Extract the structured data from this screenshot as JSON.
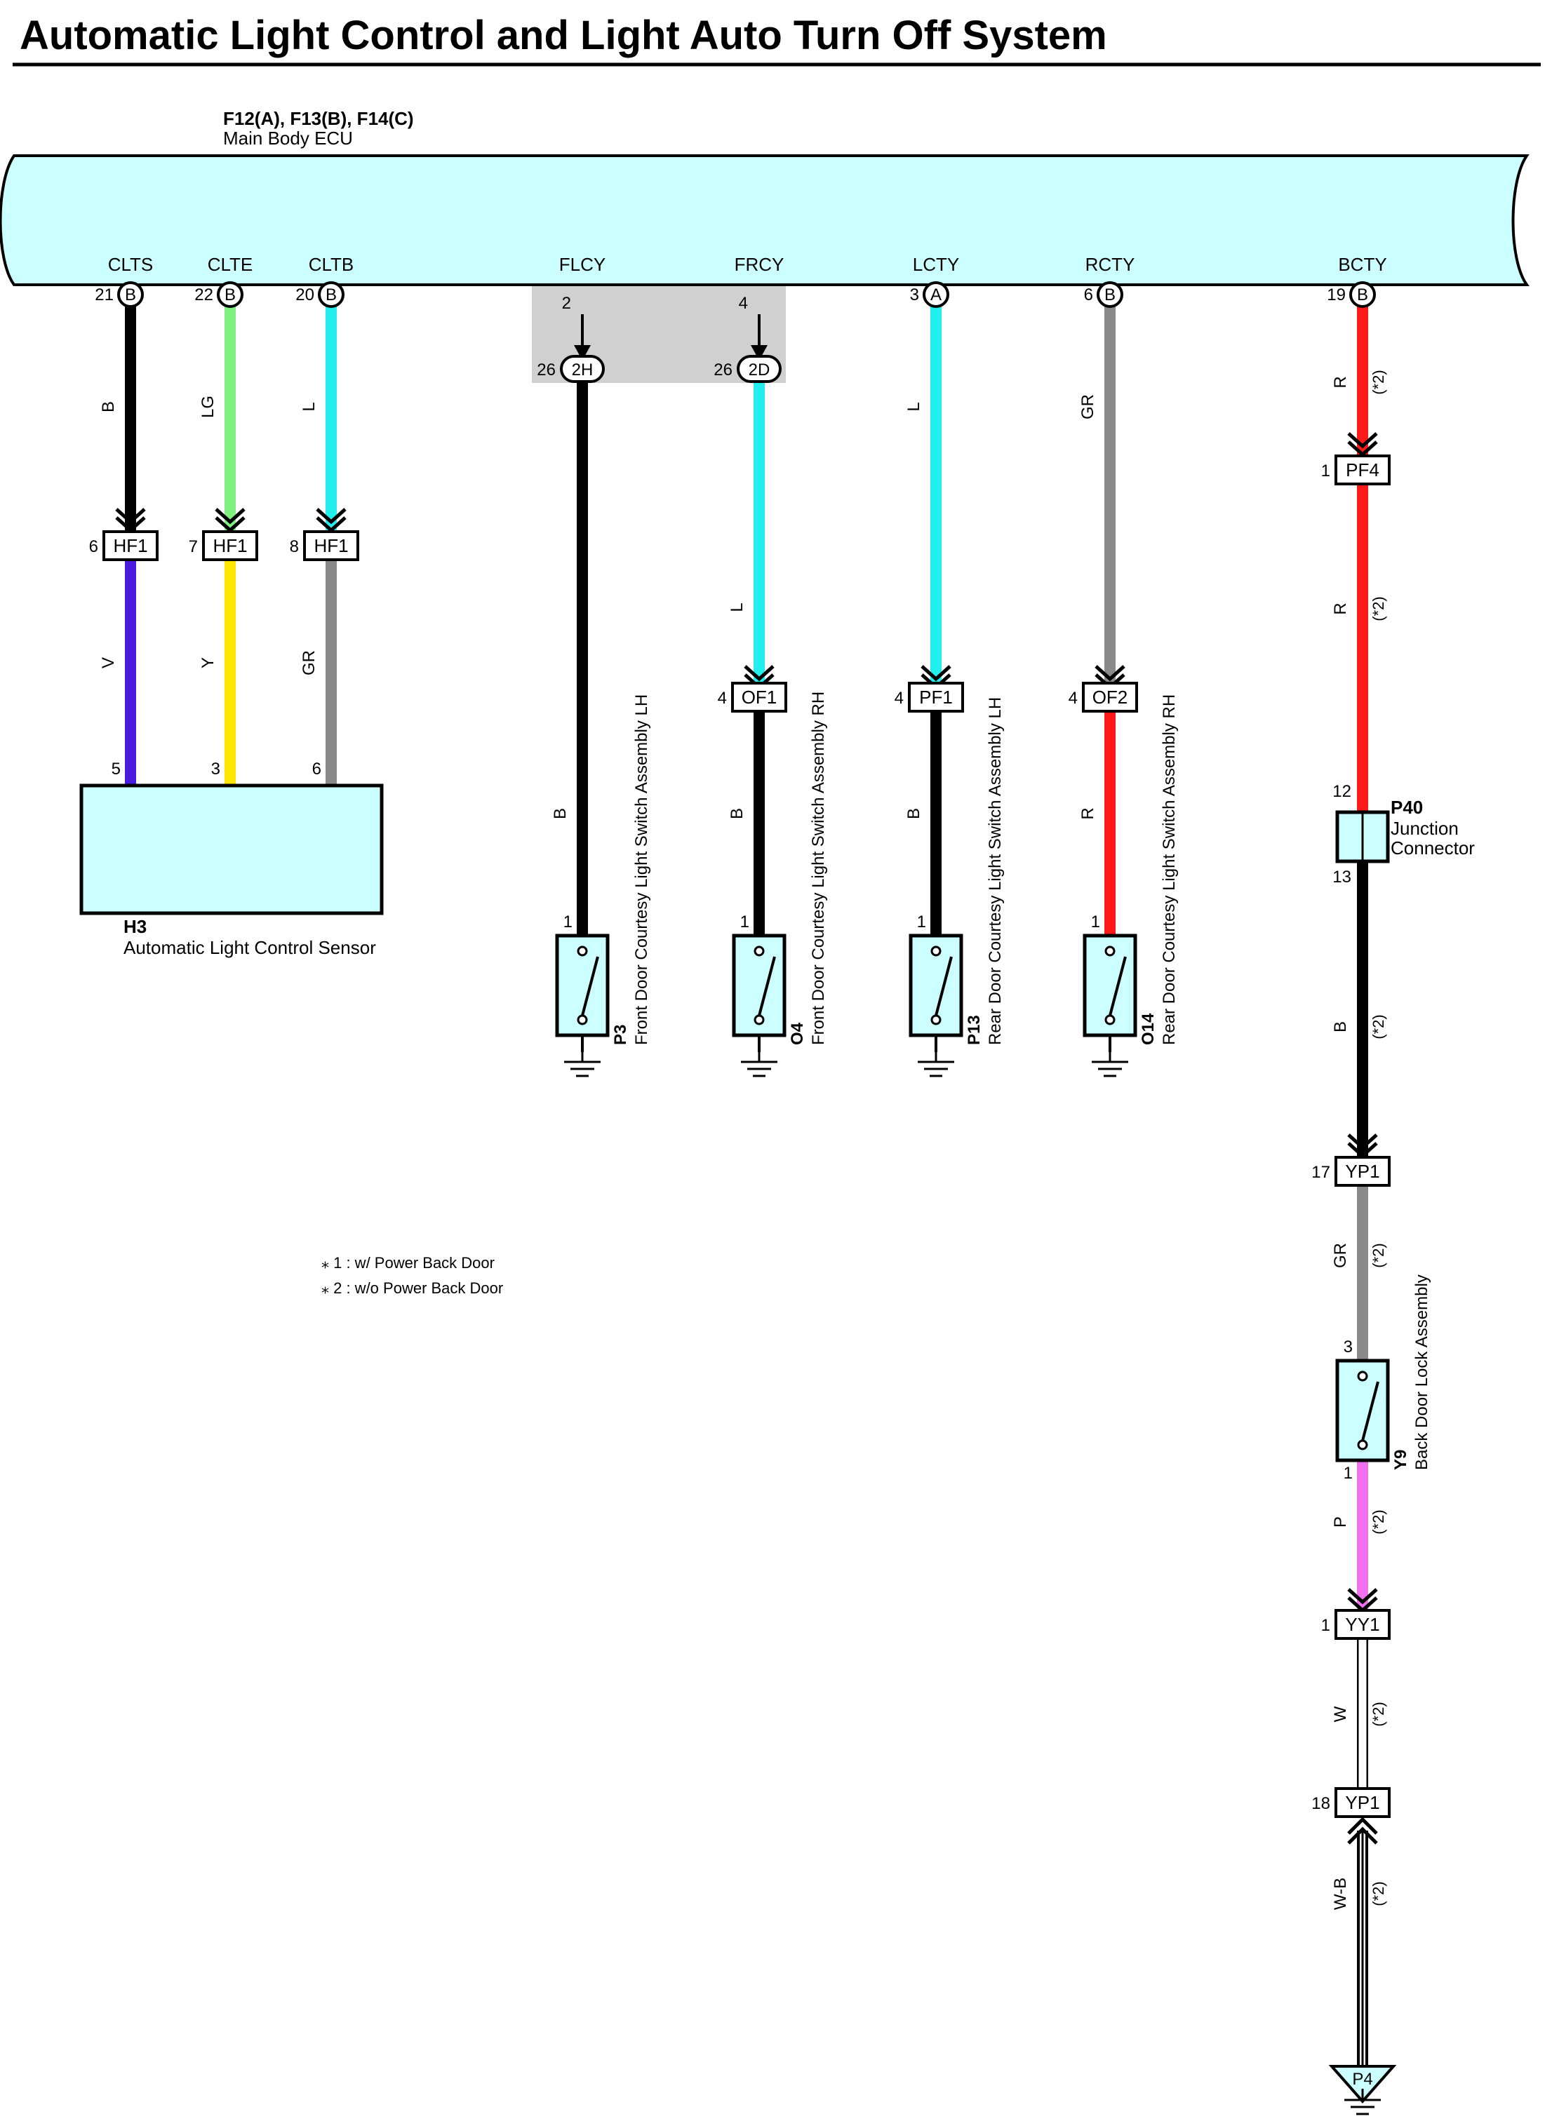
{
  "title": "Automatic Light Control and Light Auto Turn Off System",
  "ecu": {
    "connectors": "F12(A), F13(B), F14(C)",
    "name": "Main Body ECU"
  },
  "colors": {
    "ecu_fill": "#ccffff",
    "B": "#000000",
    "LG": "#80f080",
    "L": "#22eeee",
    "V": "#4a1adf",
    "Y": "#ffe600",
    "GR": "#8a8a8a",
    "R": "#ff1a1a",
    "P": "#f070f0",
    "W": "#ffffff",
    "shade": "#d0d0d0"
  },
  "ecu_terminals": [
    {
      "name": "CLTS",
      "pin": "21",
      "conn": "B"
    },
    {
      "name": "CLTE",
      "pin": "22",
      "conn": "B"
    },
    {
      "name": "CLTB",
      "pin": "20",
      "conn": "B"
    },
    {
      "name": "FLCY",
      "pin": "2",
      "conn": ""
    },
    {
      "name": "FRCY",
      "pin": "4",
      "conn": ""
    },
    {
      "name": "LCTY",
      "pin": "3",
      "conn": "A"
    },
    {
      "name": "RCTY",
      "pin": "6",
      "conn": "B"
    },
    {
      "name": "BCTY",
      "pin": "19",
      "conn": "B"
    }
  ],
  "inline_connectors": [
    {
      "pin": "26",
      "label": "2H"
    },
    {
      "pin": "26",
      "label": "2D"
    }
  ],
  "sensor_branch": {
    "upper_colors": [
      "B",
      "LG",
      "L"
    ],
    "connectors": [
      {
        "pin": "6",
        "label": "HF1"
      },
      {
        "pin": "7",
        "label": "HF1"
      },
      {
        "pin": "8",
        "label": "HF1"
      }
    ],
    "lower_colors": [
      "V",
      "Y",
      "GR"
    ],
    "sensor_pins": [
      "5",
      "3",
      "6"
    ],
    "sensor_terminals": [
      "CLTS",
      "CLTE",
      "CLTB"
    ],
    "sensor_id": "H3",
    "sensor_name": "Automatic Light Control Sensor"
  },
  "door_switches": [
    {
      "upper_color": "",
      "conn_pin": "",
      "conn": "",
      "lower_color": "B",
      "pin": "1",
      "id": "P3",
      "name": "Front Door Courtesy Light Switch Assembly LH"
    },
    {
      "upper_color": "L",
      "conn_pin": "4",
      "conn": "OF1",
      "lower_color": "B",
      "pin": "1",
      "id": "O4",
      "name": "Front Door Courtesy Light Switch Assembly RH"
    },
    {
      "upper_color": "L",
      "conn_pin": "4",
      "conn": "PF1",
      "lower_color": "B",
      "pin": "1",
      "id": "P13",
      "name": "Rear Door Courtesy Light Switch Assembly LH"
    },
    {
      "upper_color": "GR",
      "conn_pin": "4",
      "conn": "OF2",
      "lower_color": "R",
      "pin": "1",
      "id": "O14",
      "name": "Rear Door Courtesy Light Switch Assembly RH"
    }
  ],
  "back_door": {
    "segments": [
      {
        "color": "R",
        "note": "(*2)"
      },
      {
        "color": "R",
        "note": "(*2)"
      },
      {
        "color": "B",
        "note": "(*2)"
      },
      {
        "color": "GR",
        "note": "(*2)"
      },
      {
        "color": "P",
        "note": "(*2)"
      },
      {
        "color": "W",
        "note": "(*2)"
      },
      {
        "color": "W-B",
        "note": "(*2)"
      }
    ],
    "pf4": {
      "pin": "1",
      "label": "PF4"
    },
    "junction": {
      "id": "P40",
      "name1": "Junction",
      "name2": "Connector",
      "pin_in": "12",
      "pin_out": "13"
    },
    "yp1_top": {
      "pin": "17",
      "label": "YP1"
    },
    "switch": {
      "pin_top": "3",
      "pin_bottom": "1",
      "id": "Y9",
      "name": "Back Door Lock Assembly"
    },
    "yy1": {
      "pin": "1",
      "label": "YY1"
    },
    "yp1_bottom": {
      "pin": "18",
      "label": "YP1"
    },
    "ground": "P4"
  },
  "notes": [
    "⁎ 1 : w/ Power Back Door",
    "⁎ 2 : w/o Power Back Door"
  ]
}
